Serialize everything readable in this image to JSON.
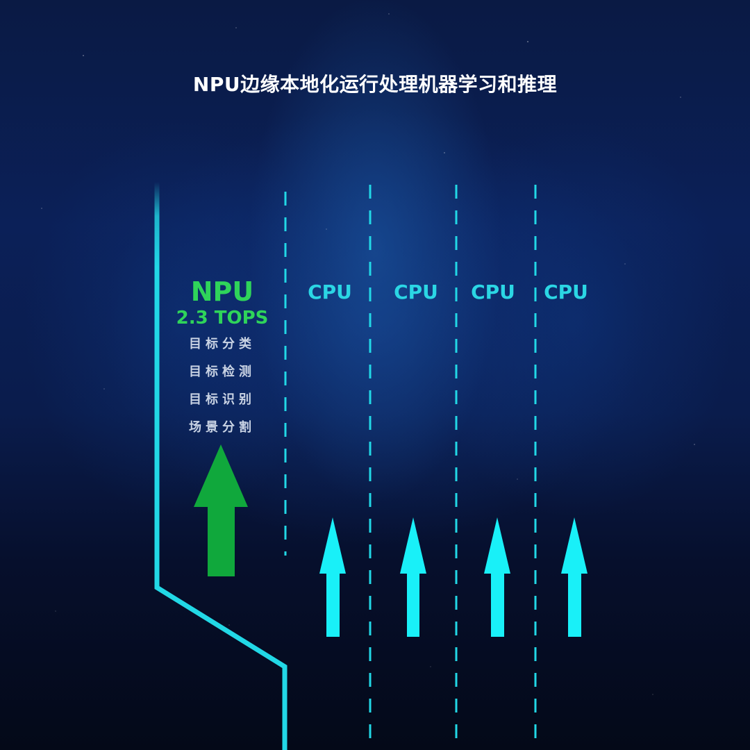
{
  "title": "NPU边缘本地化运行处理机器学习和推理",
  "colors": {
    "background": "#0a1c4c",
    "lane_line": "#22d8e6",
    "npu_green": "#2fd45a",
    "npu_arrow": "#10a83c",
    "cpu_arrow": "#19f0f8",
    "cpu_text": "#2bd6e4",
    "task_text": "#c9d3e4"
  },
  "npu": {
    "label": "NPU",
    "performance": "2.3 TOPS",
    "tasks": [
      "目标分类",
      "目标检测",
      "目标识别",
      "场景分割"
    ],
    "arrow_icon": "arrow-up-icon"
  },
  "cpu_lanes": [
    {
      "label": "CPU",
      "arrow_icon": "arrow-up-icon"
    },
    {
      "label": "CPU",
      "arrow_icon": "arrow-up-icon"
    },
    {
      "label": "CPU",
      "arrow_icon": "arrow-up-icon"
    },
    {
      "label": "CPU",
      "arrow_icon": "arrow-up-icon"
    }
  ]
}
